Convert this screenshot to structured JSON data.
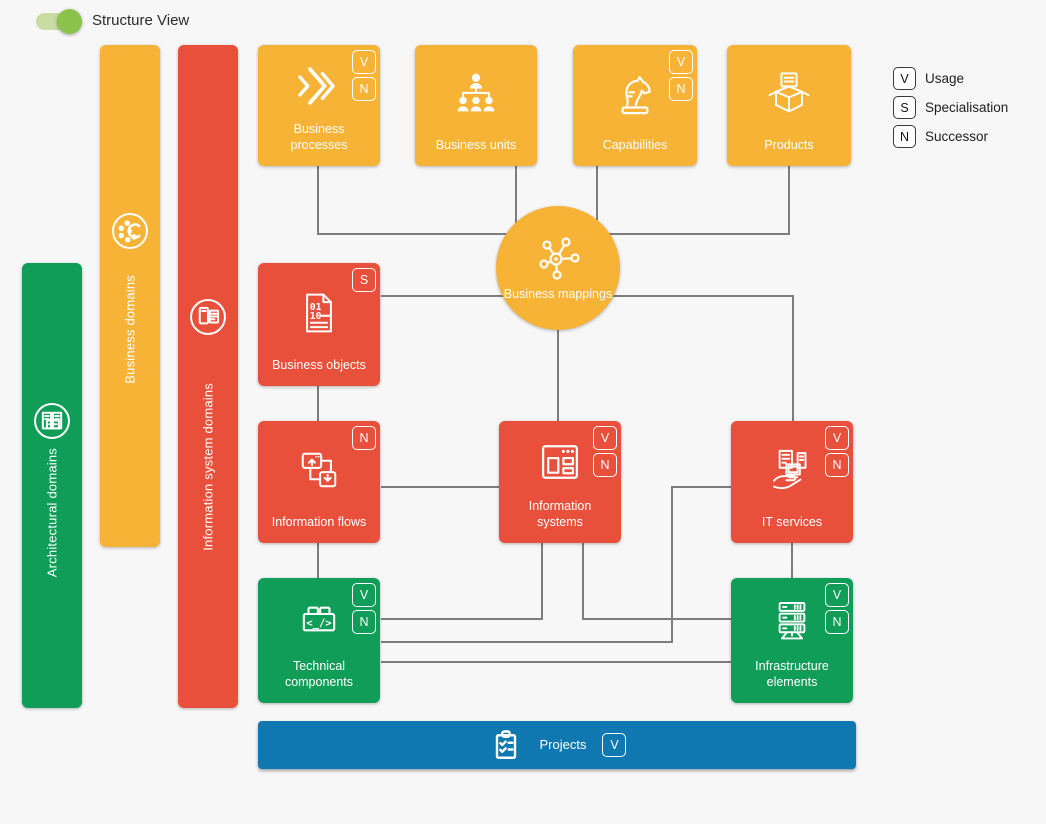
{
  "toggle": {
    "label": "Structure View",
    "state": "on"
  },
  "legend": {
    "items": [
      {
        "badge": "V",
        "label": "Usage"
      },
      {
        "badge": "S",
        "label": "Specialisation"
      },
      {
        "badge": "N",
        "label": "Successor"
      }
    ]
  },
  "colors": {
    "yellow": "#F6B335",
    "red": "#E8503C",
    "green": "#0F9D58",
    "blue": "#0F78B1",
    "connector": "#7D7D7D",
    "toggle_on": "#8BC34A"
  },
  "domains": [
    {
      "id": "architectural-domains",
      "label": "Architectural domains",
      "color": "green"
    },
    {
      "id": "business-domains",
      "label": "Business domains",
      "color": "yellow"
    },
    {
      "id": "information-system-domains",
      "label": "Information system domains",
      "color": "red"
    }
  ],
  "nodes": [
    {
      "id": "business-processes",
      "label": "Business processes",
      "color": "yellow",
      "badges": [
        "V",
        "N"
      ]
    },
    {
      "id": "business-units",
      "label": "Business units",
      "color": "yellow",
      "badges": []
    },
    {
      "id": "capabilities",
      "label": "Capabilities",
      "color": "yellow",
      "badges": [
        "V",
        "N"
      ]
    },
    {
      "id": "products",
      "label": "Products",
      "color": "yellow",
      "badges": []
    },
    {
      "id": "business-mappings",
      "label": "Business mappings",
      "color": "yellow",
      "shape": "circle",
      "badges": []
    },
    {
      "id": "business-objects",
      "label": "Business objects",
      "color": "red",
      "badges": [
        "S"
      ],
      "icon_text_1": "01",
      "icon_text_2": "10"
    },
    {
      "id": "information-flows",
      "label": "Information flows",
      "color": "red",
      "badges": [
        "N"
      ]
    },
    {
      "id": "information-systems",
      "label": "Information systems",
      "color": "red",
      "badges": [
        "V",
        "N"
      ]
    },
    {
      "id": "it-services",
      "label": "IT services",
      "color": "red",
      "badges": [
        "V",
        "N"
      ]
    },
    {
      "id": "technical-components",
      "label": "Technical components",
      "color": "green",
      "badges": [
        "V",
        "N"
      ],
      "icon_text": "<_/>"
    },
    {
      "id": "infrastructure-elements",
      "label": "Infrastructure elements",
      "color": "green",
      "badges": [
        "V",
        "N"
      ]
    },
    {
      "id": "projects",
      "label": "Projects",
      "color": "blue",
      "badges": [
        "V"
      ]
    }
  ]
}
